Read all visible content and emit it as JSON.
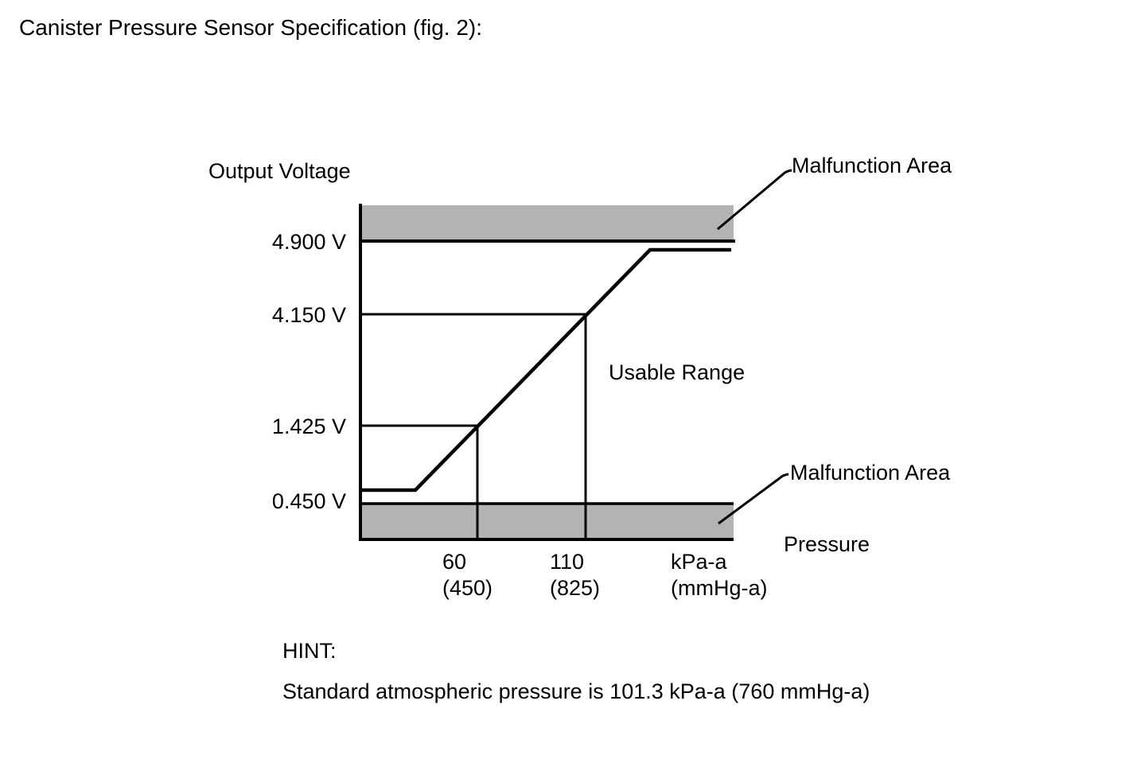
{
  "title": "Canister Pressure Sensor Specification (fig. 2):",
  "chart": {
    "y_axis_label": "Output Voltage",
    "x_axis_label": "Pressure",
    "y_ticks": [
      "4.900 V",
      "4.150 V",
      "1.425 V",
      "0.450 V"
    ],
    "x_ticks": [
      {
        "top": "60",
        "bottom": "(450)"
      },
      {
        "top": "110",
        "bottom": "(825)"
      },
      {
        "top": "kPa-a",
        "bottom": "(mmHg-a)"
      }
    ],
    "annotations": {
      "malfunction_top": "Malfunction Area",
      "malfunction_bottom": "Malfunction Area",
      "usable_range": "Usable Range"
    },
    "colors": {
      "band_fill": "#b3b3b3",
      "line": "#000000",
      "background": "#ffffff"
    }
  },
  "hint": {
    "label": "HINT:",
    "text": "Standard atmospheric pressure is 101.3 kPa-a (760 mmHg-a)"
  },
  "chart_data": {
    "type": "line",
    "title": "Canister Pressure Sensor Specification (fig. 2)",
    "xlabel": "Pressure",
    "ylabel": "Output Voltage",
    "x_units": [
      "kPa-a",
      "mmHg-a"
    ],
    "x_ticks": [
      {
        "kPa_a": 60,
        "mmHg_a": 450
      },
      {
        "kPa_a": 110,
        "mmHg_a": 825
      }
    ],
    "y_ticks_V": [
      0.45,
      1.425,
      4.15,
      4.9
    ],
    "series": [
      {
        "name": "Sensor output voltage vs pressure",
        "calibration_points": [
          {
            "pressure_kPa_a": 60,
            "pressure_mmHg_a": 450,
            "output_V": 1.425
          },
          {
            "pressure_kPa_a": 110,
            "pressure_mmHg_a": 825,
            "output_V": 4.15
          }
        ],
        "shape": "low plateau slightly above 0.450 V at low pressure, linear rise through the two calibration points, high plateau slightly below 4.900 V at high pressure"
      }
    ],
    "malfunction_area_V": {
      "low_below": 0.45,
      "high_above": 4.9
    },
    "usable_range": "between malfunction areas (0.450 V to 4.900 V)",
    "grid": false,
    "legend_position": "none",
    "note": "Standard atmospheric pressure is 101.3 kPa-a (760 mmHg-a)"
  }
}
